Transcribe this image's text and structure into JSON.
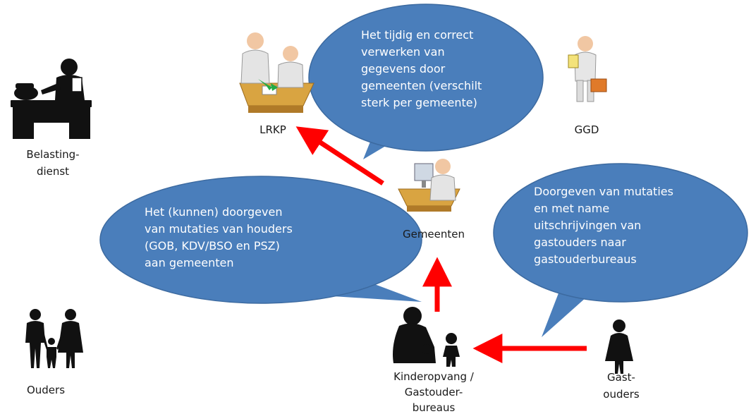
{
  "actors": {
    "belastingdienst": "Belasting-\ndienst",
    "lrkp": "LRKP",
    "ggd": "GGD",
    "gemeenten": "Gemeenten",
    "ouders": "Ouders",
    "kinderopvang": "Kinderopvang /\nGastouder-\nbureaus",
    "gastouders": "Gast-\nouders"
  },
  "bubbles": {
    "gemeenten_note": "Het tijdig en correct\nverwerken van\ngegevens door\ngemeenten (verschilt\nsterk per gemeente)",
    "houders_note": "Het (kunnen) doorgeven\nvan mutaties van houders\n(GOB, KDV/BSO en PSZ)\naan gemeenten",
    "gastouders_note": "Doorgeven van mutaties\nen met name\nuitschrijvingen van\ngastouders naar\ngastouderbureaus"
  },
  "colors": {
    "bubble_fill": "#4a7ebb",
    "bubble_stroke": "#3c6aa0",
    "arrow": "#ff0000",
    "silhouette": "#111111"
  },
  "icons": {
    "belastingdienst": "clerk-at-desk-icon",
    "lrkp": "meeting-at-table-icon",
    "ggd": "inspector-with-briefcase-icon",
    "gemeenten": "official-at-computer-icon",
    "ouders": "family-silhouette-icon",
    "kinderopvang": "caregiver-with-children-icon",
    "gastouders": "woman-silhouette-icon"
  }
}
